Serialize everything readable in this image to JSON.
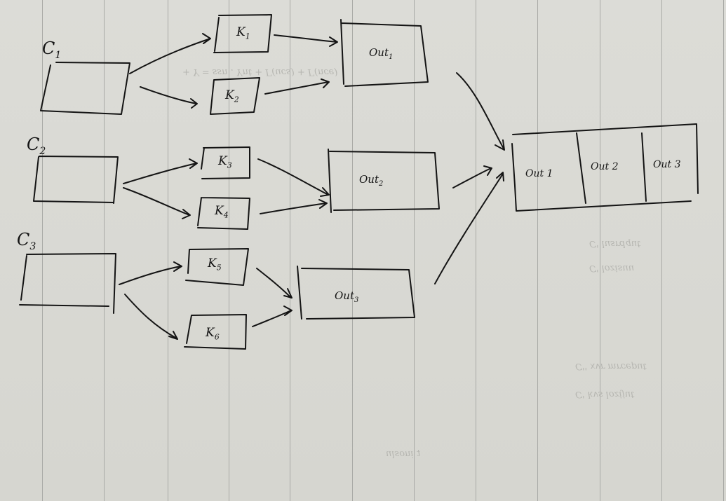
{
  "diagram": {
    "inputs": [
      {
        "id": "c1",
        "label": "C",
        "sub": "1"
      },
      {
        "id": "c2",
        "label": "C",
        "sub": "2"
      },
      {
        "id": "c3",
        "label": "C",
        "sub": "3"
      }
    ],
    "kernels": [
      {
        "id": "k1",
        "label": "K",
        "sub": "1"
      },
      {
        "id": "k2",
        "label": "K",
        "sub": "2"
      },
      {
        "id": "k3",
        "label": "K",
        "sub": "3"
      },
      {
        "id": "k4",
        "label": "K",
        "sub": "4"
      },
      {
        "id": "k5",
        "label": "K",
        "sub": "5"
      },
      {
        "id": "k6",
        "label": "K",
        "sub": "6"
      }
    ],
    "outputs": [
      {
        "id": "out1",
        "label": "Out",
        "sub": "1"
      },
      {
        "id": "out2",
        "label": "Out",
        "sub": "2"
      },
      {
        "id": "out3",
        "label": "Out",
        "sub": "3"
      }
    ],
    "concat": {
      "cells": [
        "Out 1",
        "Out 2",
        "Out 3"
      ]
    },
    "edges": [
      [
        "C1",
        "K1"
      ],
      [
        "C1",
        "K2"
      ],
      [
        "C2",
        "K3"
      ],
      [
        "C2",
        "K4"
      ],
      [
        "C3",
        "K5"
      ],
      [
        "C3",
        "K6"
      ],
      [
        "K1",
        "Out1"
      ],
      [
        "K2",
        "Out1"
      ],
      [
        "K3",
        "Out2"
      ],
      [
        "K4",
        "Out2"
      ],
      [
        "K5",
        "Out3"
      ],
      [
        "K6",
        "Out3"
      ],
      [
        "Out1",
        "Concat"
      ],
      [
        "Out2",
        "Concat"
      ],
      [
        "Out3",
        "Concat"
      ]
    ],
    "ink_color": "#141414",
    "paper_color": "#d9d9d4"
  }
}
